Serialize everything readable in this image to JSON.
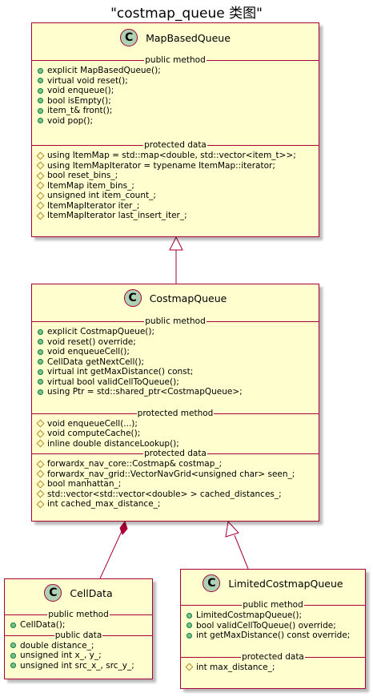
{
  "diagram": {
    "title": "\"costmap_queue 类图\""
  },
  "classes": {
    "mapBasedQueue": {
      "name": "MapBasedQueue",
      "badge": "C",
      "sections": [
        {
          "title": "public method",
          "members": [
            {
              "vis": "public",
              "text": "explicit MapBasedQueue();"
            },
            {
              "vis": "public",
              "text": "virtual void reset();"
            },
            {
              "vis": "public",
              "text": "void enqueue();"
            },
            {
              "vis": "public",
              "text": "bool isEmpty();"
            },
            {
              "vis": "public",
              "text": "item_t& front();"
            },
            {
              "vis": "public",
              "text": "void pop();"
            }
          ]
        },
        {
          "title": "protected data",
          "members": [
            {
              "vis": "protected",
              "text": "using ItemMap = std::map<double, std::vector<item_t>>;"
            },
            {
              "vis": "protected",
              "text": "using ItemMapIterator = typename ItemMap::iterator;"
            },
            {
              "vis": "protected",
              "text": "bool reset_bins_;"
            },
            {
              "vis": "protected",
              "text": "ItemMap item_bins_;"
            },
            {
              "vis": "protected",
              "text": "unsigned int item_count_;"
            },
            {
              "vis": "protected",
              "text": "ItemMapIterator iter_;"
            },
            {
              "vis": "protected",
              "text": "ItemMapIterator last_insert_iter_;"
            }
          ]
        }
      ]
    },
    "costmapQueue": {
      "name": "CostmapQueue",
      "badge": "C",
      "sections": [
        {
          "title": "public method",
          "members": [
            {
              "vis": "public",
              "text": "explicit CostmapQueue();"
            },
            {
              "vis": "public",
              "text": "void reset() override;"
            },
            {
              "vis": "public",
              "text": "void enqueueCell();"
            },
            {
              "vis": "public",
              "text": "CellData getNextCell();"
            },
            {
              "vis": "public",
              "text": "virtual int getMaxDistance() const;"
            },
            {
              "vis": "public",
              "text": "virtual bool validCellToQueue();"
            },
            {
              "vis": "public",
              "text": "using Ptr = std::shared_ptr<CostmapQueue>;"
            }
          ]
        },
        {
          "title": "protected method",
          "members": [
            {
              "vis": "protected",
              "text": "void enqueueCell(...);"
            },
            {
              "vis": "protected",
              "text": "void computeCache();"
            },
            {
              "vis": "protected",
              "text": "inline double distanceLookup();"
            }
          ]
        },
        {
          "title": "protected data",
          "members": [
            {
              "vis": "protected",
              "text": "forwardx_nav_core::Costmap& costmap_;"
            },
            {
              "vis": "protected",
              "text": "forwardx_nav_grid::VectorNavGrid<unsigned char> seen_;"
            },
            {
              "vis": "protected",
              "text": "bool manhattan_;"
            },
            {
              "vis": "protected",
              "text": "std::vector<std::vector<double> > cached_distances_;"
            },
            {
              "vis": "protected",
              "text": "int cached_max_distance_;"
            }
          ]
        }
      ]
    },
    "cellData": {
      "name": "CellData",
      "badge": "C",
      "sections": [
        {
          "title": "public method",
          "members": [
            {
              "vis": "public",
              "text": "CellData();"
            }
          ]
        },
        {
          "title": "public data",
          "members": [
            {
              "vis": "public",
              "text": "double distance_;"
            },
            {
              "vis": "public",
              "text": "unsigned int x_, y_;"
            },
            {
              "vis": "public",
              "text": "unsigned int src_x_, src_y_;"
            }
          ]
        }
      ]
    },
    "limitedCostmapQueue": {
      "name": "LimitedCostmapQueue",
      "badge": "C",
      "sections": [
        {
          "title": "public method",
          "members": [
            {
              "vis": "public",
              "text": "LimitedCostmapQueue();"
            },
            {
              "vis": "public",
              "text": "bool validCellToQueue() override;"
            },
            {
              "vis": "public",
              "text": "int getMaxDistance() const override;"
            }
          ]
        },
        {
          "title": "protected data",
          "members": [
            {
              "vis": "protected",
              "text": "int max_distance_;"
            }
          ]
        }
      ]
    }
  },
  "colors": {
    "classFill": "#FEFECE",
    "border": "#A80036",
    "badge": "#ADD1B2",
    "publicDot": "#84BE84",
    "protectedDiamond": "#B38D22"
  }
}
